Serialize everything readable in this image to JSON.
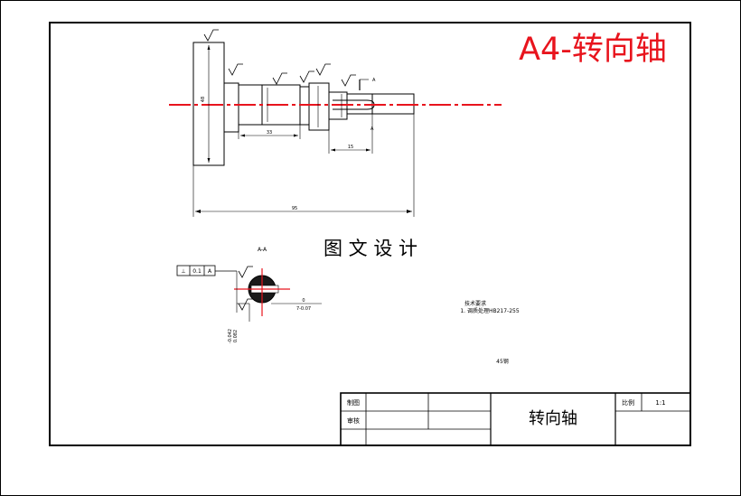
{
  "watermark_title": "A4-转向轴",
  "caption": "图 文 设 计",
  "section_label": "A-A",
  "dimensions": {
    "total_length": "95",
    "shoulder_length": "33",
    "end_length": "15",
    "flange_diameter": "48",
    "fit_tolerance": "7-0.07",
    "fit_zero": "0",
    "shaft_tolerance_upper": "-0.042",
    "shaft_tolerance_lower": "0.082"
  },
  "datum_label": "A",
  "gtol_frame": [
    "⊥",
    "0.1",
    "A"
  ],
  "technical_requirements": {
    "heading": "技术要求",
    "line1": "1. 调质处理HB217-255"
  },
  "material": "45钢",
  "title_block": {
    "drawn_label": "制图",
    "checked_label": "审核",
    "part_name": "转向轴",
    "scale_label": "比例",
    "scale_value": "1:1"
  },
  "colors": {
    "watermark": "#e8141d",
    "centerline": "#e8141d",
    "ink": "#000000"
  }
}
